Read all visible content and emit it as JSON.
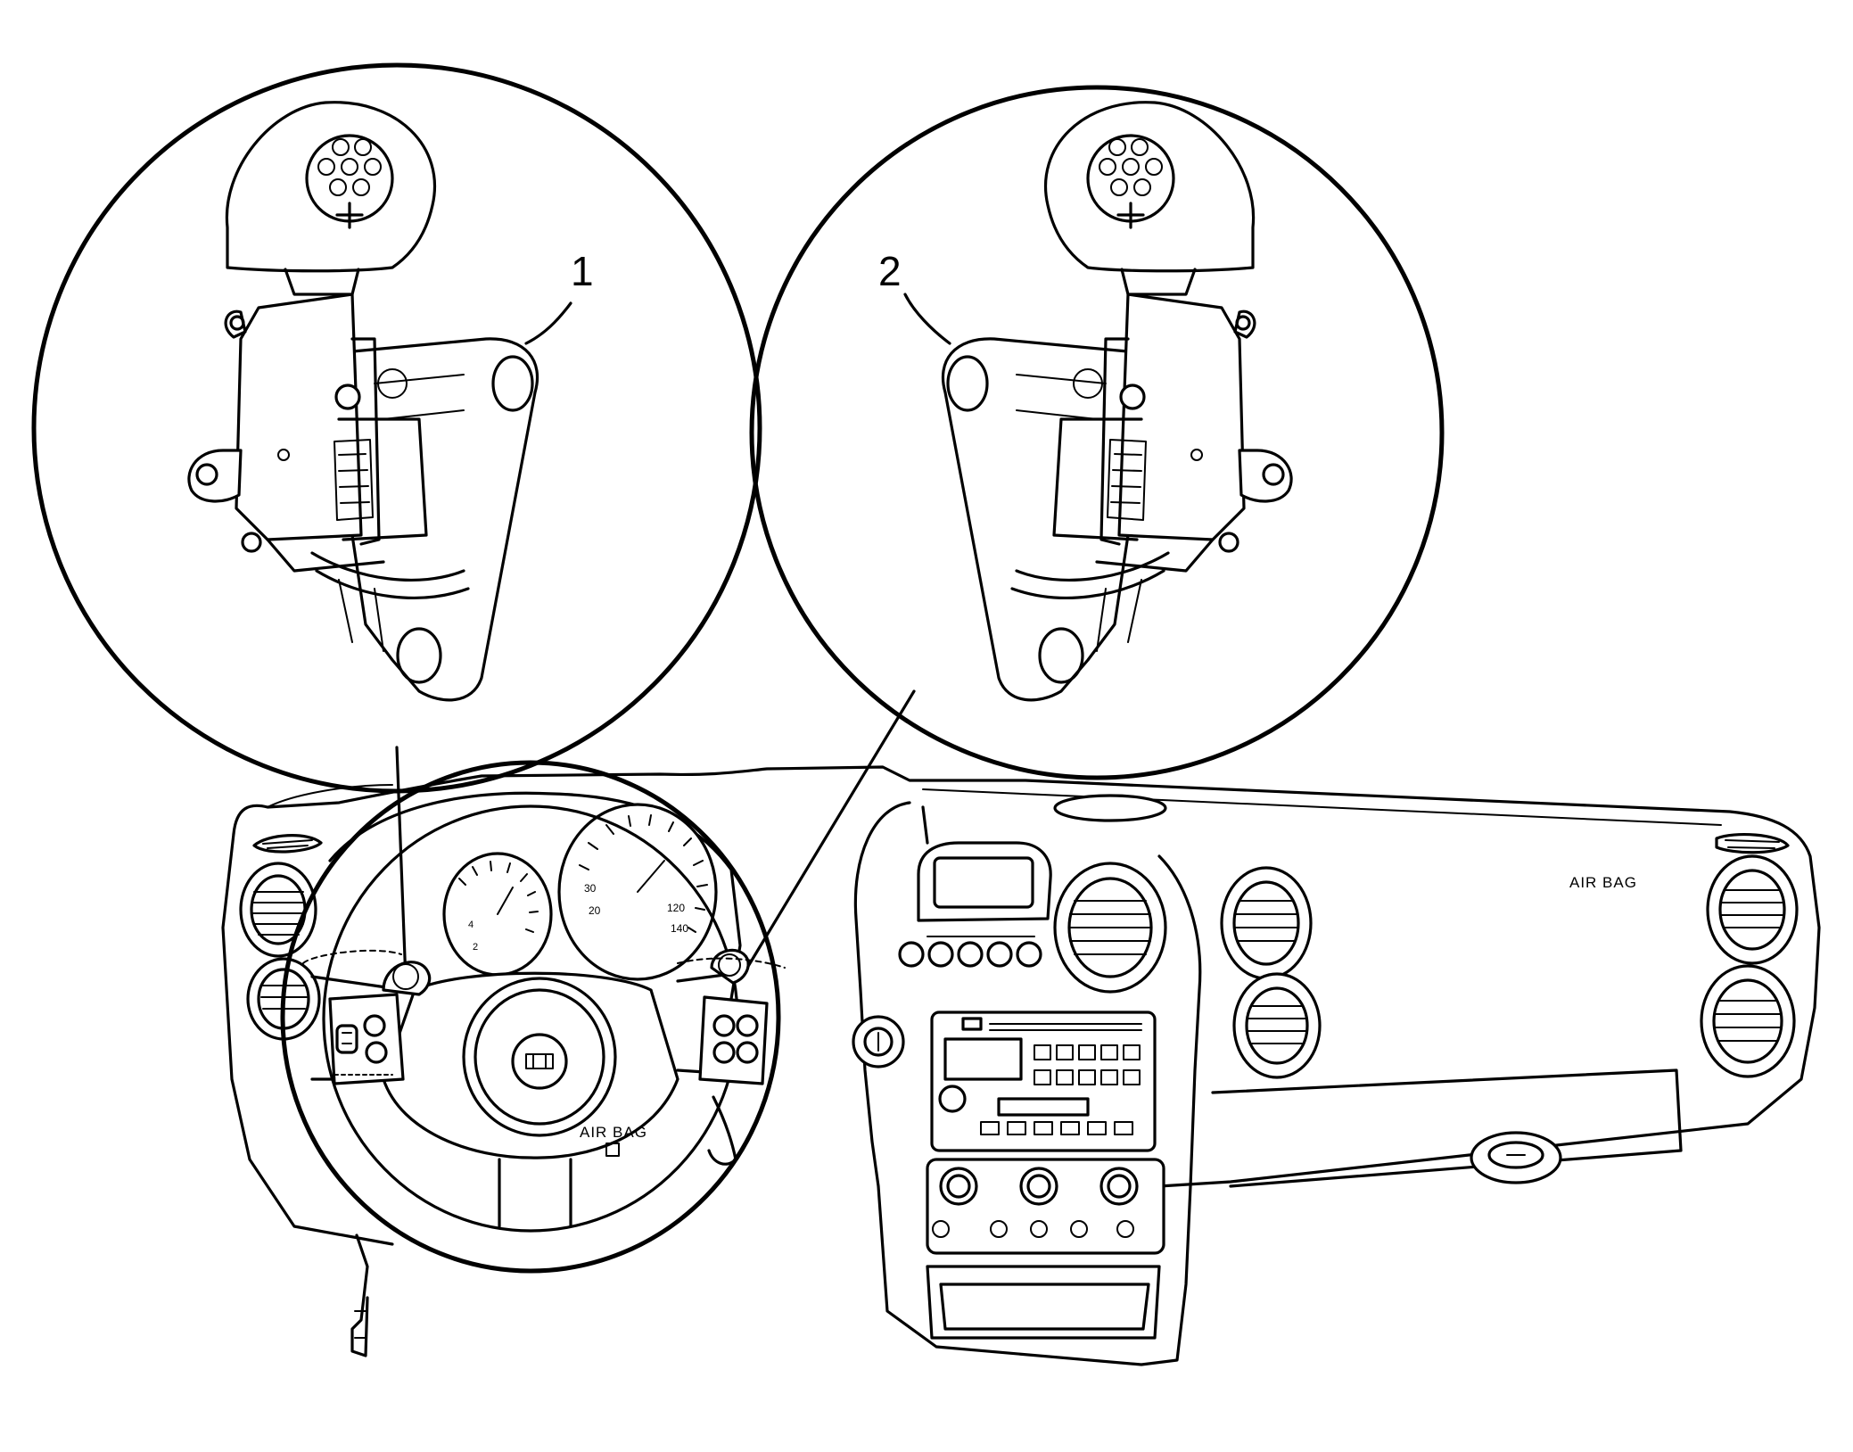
{
  "callouts": {
    "left_switch": "1",
    "right_switch": "2"
  },
  "labels": {
    "steering_wheel_airbag": "AIR BAG",
    "passenger_airbag": "AIR BAG"
  },
  "colors": {
    "line": "#000000",
    "background": "#ffffff"
  }
}
